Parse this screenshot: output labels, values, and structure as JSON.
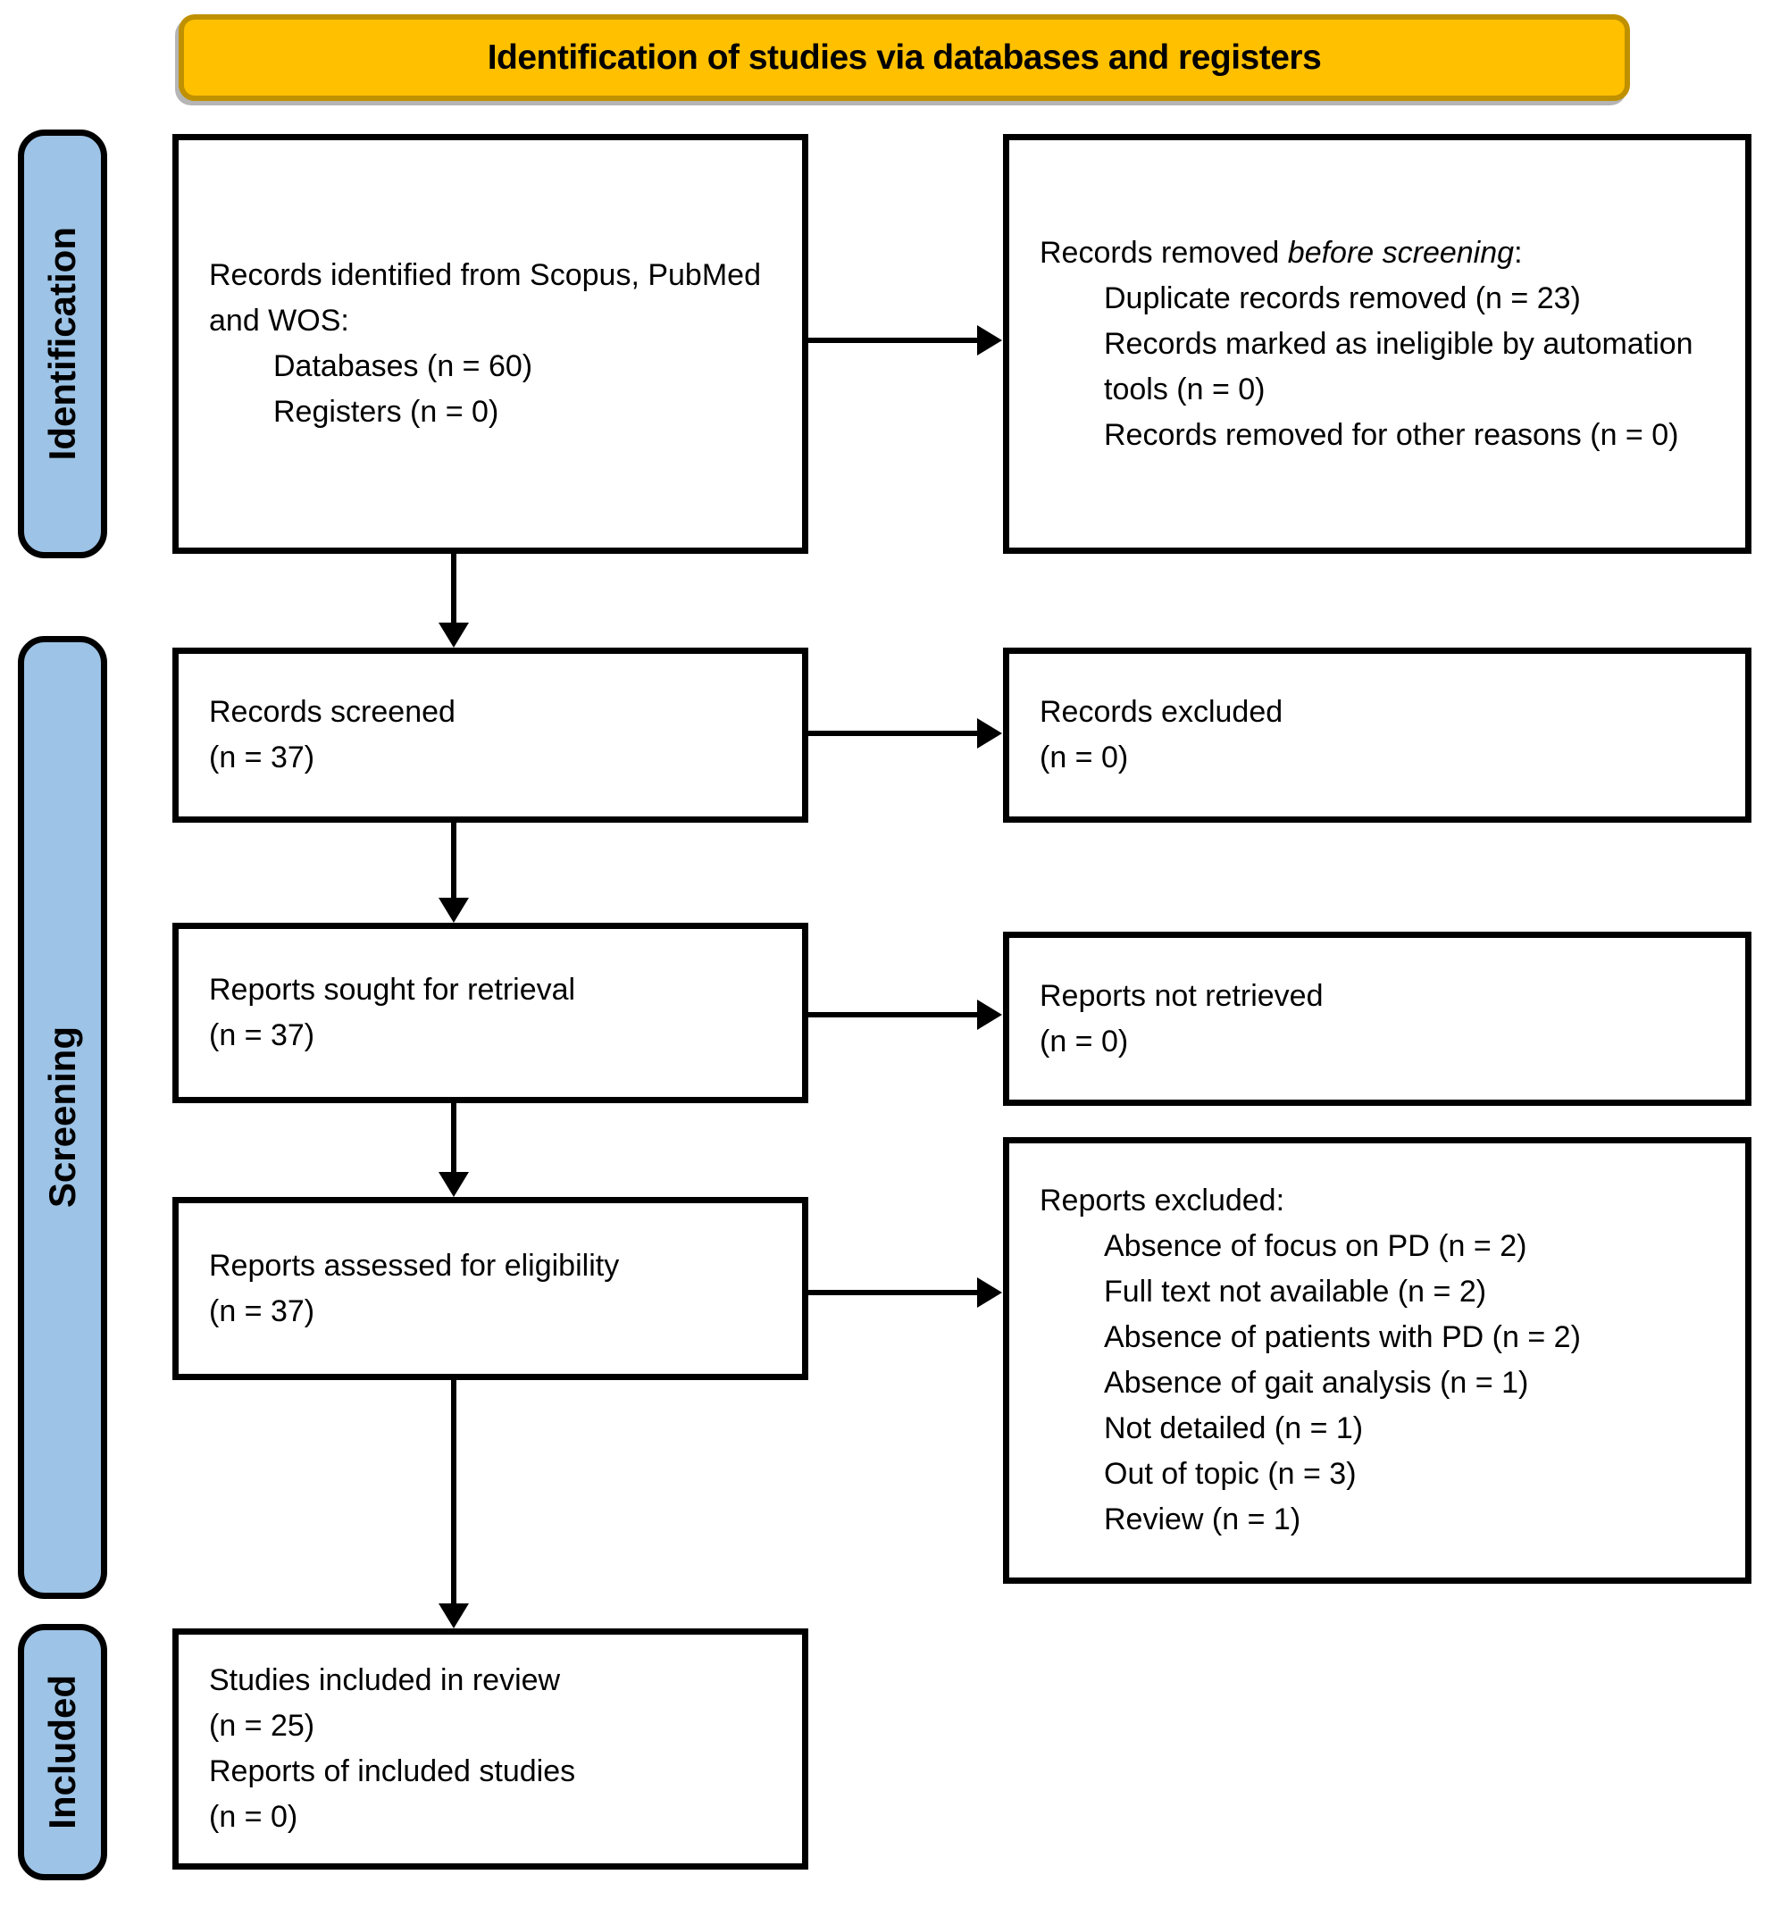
{
  "title": "Identification of studies via databases and registers",
  "colors": {
    "banner_fill": "#FFC000",
    "banner_border": "#BF9000",
    "stage_fill": "#9DC3E6",
    "box_border": "#000000"
  },
  "stages": {
    "identification": "Identification",
    "screening": "Screening",
    "included": "Included"
  },
  "boxes": {
    "records_identified": {
      "intro": "Records identified from Scopus, PubMed and WOS:",
      "items": [
        "Databases (n = 60)",
        "Registers (n = 0)"
      ]
    },
    "records_removed": {
      "intro_prefix": "Records removed ",
      "intro_italic": "before screening",
      "intro_suffix": ":",
      "items": [
        "Duplicate records removed (n = 23)",
        "Records marked as ineligible by automation tools (n = 0)",
        "Records removed for other reasons (n = 0)"
      ]
    },
    "records_screened": {
      "label": "Records screened",
      "count": "(n = 37)"
    },
    "records_excluded": {
      "label": "Records excluded",
      "count": "(n = 0)"
    },
    "reports_sought": {
      "label": "Reports sought for retrieval",
      "count": "(n = 37)"
    },
    "reports_not_retrieved": {
      "label": "Reports not retrieved",
      "count": "(n = 0)"
    },
    "reports_assessed": {
      "label": "Reports assessed for eligibility",
      "count": "(n = 37)"
    },
    "reports_excluded": {
      "intro": "Reports excluded:",
      "items": [
        "Absence of focus on PD (n = 2)",
        "Full text not available (n = 2)",
        "Absence of patients with PD (n = 2)",
        "Absence of gait analysis (n = 1)",
        "Not detailed (n = 1)",
        "Out of topic (n = 3)",
        "Review (n = 1)"
      ]
    },
    "studies_included": {
      "lines": [
        "Studies included in review",
        "(n = 25)",
        "Reports of included studies",
        "(n = 0)"
      ]
    }
  }
}
